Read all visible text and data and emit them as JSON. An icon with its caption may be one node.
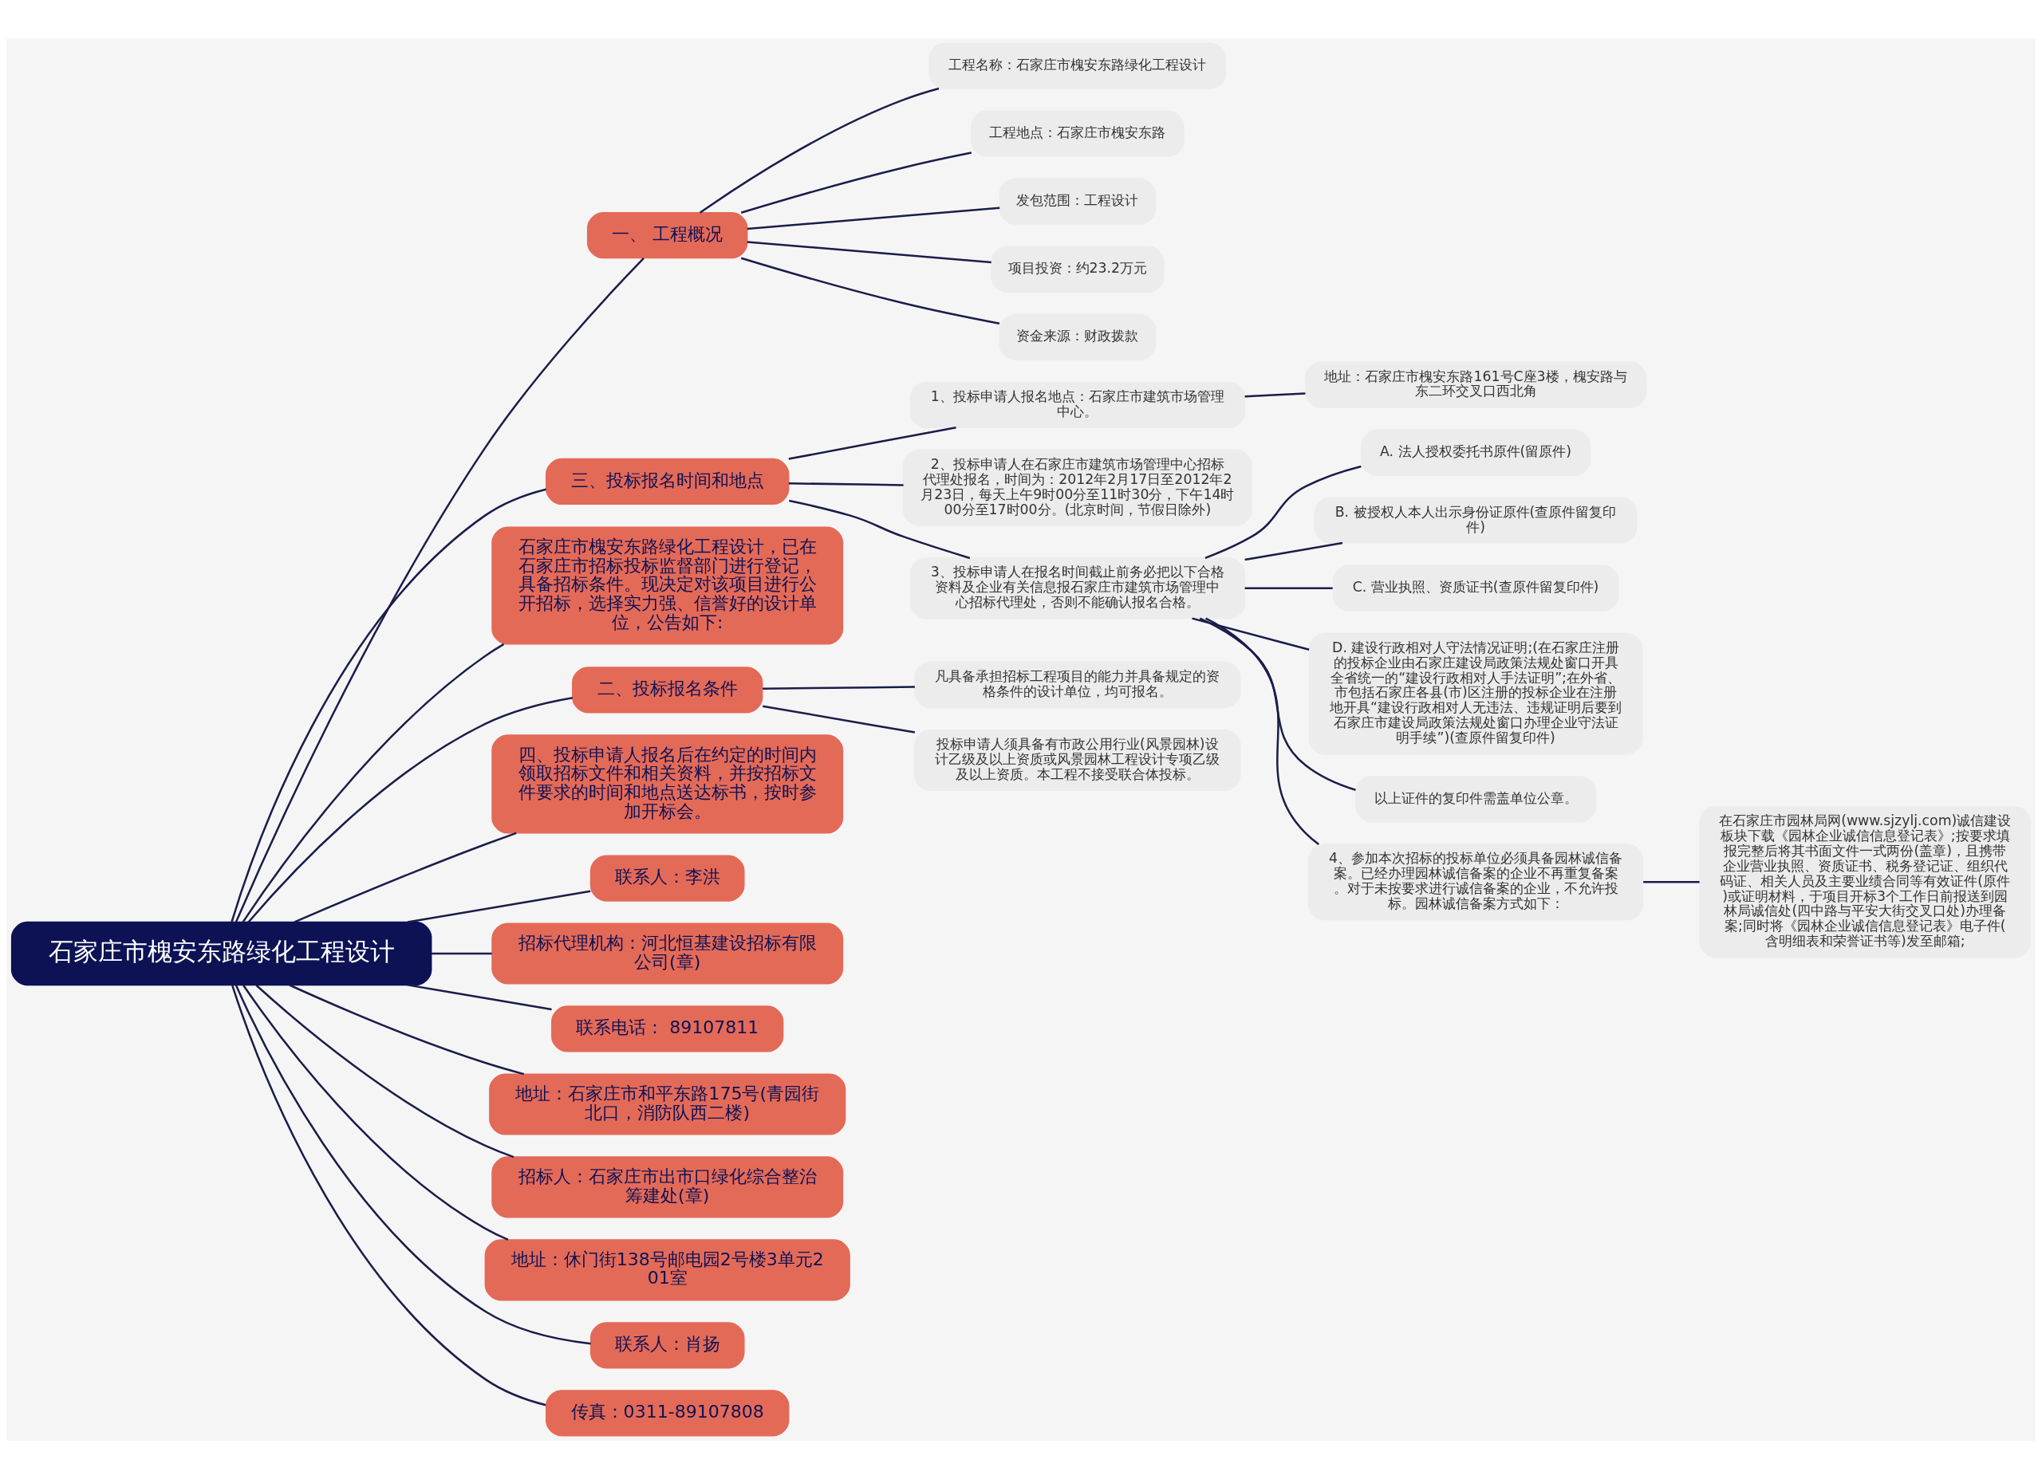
{
  "diagram": {
    "nodes": [
      {
        "text": [
          "石家庄市槐安东路绿化工程设计"
        ]
      },
      {
        "text": [
          "一、 工程概况"
        ]
      },
      {
        "text": [
          "工程名称：石家庄市槐安东路绿化工程设计"
        ]
      },
      {
        "text": [
          "工程地点：石家庄市槐安东路"
        ]
      },
      {
        "text": [
          "发包范围：工程设计"
        ]
      },
      {
        "text": [
          "项目投资：约23.2万元"
        ]
      },
      {
        "text": [
          "资金来源：财政拨款"
        ]
      },
      {
        "text": [
          "三、投标报名时间和地点"
        ]
      },
      {
        "text": [
          "1、投标申请人报名地点：石家庄市建筑市场管理中心。"
        ]
      },
      {
        "text": [
          "地址：石家庄市槐安东路161号C座3楼，槐安路与东二环交叉口西北角"
        ]
      },
      {
        "text": [
          "2、投标申请人在石家庄市建筑市场管理中心招标代理处报名，时间为：2012年2月17日至2012年2月23日，每天上午9时00分至11时30分，下午14时00分至17时00分。(北京时间，节假日除外)"
        ]
      },
      {
        "text": [
          "3、投标申请人在报名时间截止前务必把以下合格资料及企业有关信息报石家庄市建筑市场管理中心招标代理处，否则不能确认报名合格。"
        ]
      },
      {
        "text": [
          "A. 法人授权委托书原件(留原件)"
        ]
      },
      {
        "text": [
          "B. 被授权人本人出示身份证原件(查原件留复印件)"
        ]
      },
      {
        "text": [
          "C. 营业执照、资质证书(查原件留复印件)"
        ]
      },
      {
        "text": [
          "D. 建设行政相对人守法情况证明;(在石家庄注册的投标企业由石家庄建设局政策法规处窗口开具全省统一的“建设行政相对人手法证明”;在外省、市包括石家庄各县(市)区注册的投标企业在注册地开具“建设行政相对人无违法、违规证明后要到石家庄市建设局政策法规处窗口办理企业守法证明手续”)(查原件留复印件)"
        ]
      },
      {
        "text": [
          "以上证件的复印件需盖单位公章。"
        ]
      },
      {
        "text": [
          "4、参加本次招标的投标单位必须具备园林诚信备案。已经办理园林诚信备案的企业不再重复备案。对于未按要求进行诚信备案的企业，不允许投标。园林诚信备案方式如下："
        ]
      },
      {
        "text": [
          "在石家庄市园林局网(www.sjzylj.com)诚信建设板块下载《园林企业诚信信息登记表》;按要求填报完整后将其书面文件一式两份(盖章)，且携带企业营业执照、资质证书、税务登记证、组织代码证、相关人员及主要业绩合同等有效证件(原件)或证明材料，于项目开标3个工作日前报送到园林局诚信处(四中路与平安大街交叉口处)办理备案;同时将《园林企业诚信信息登记表》电子件(含明细表和荣誉证书等)发至邮箱;"
        ]
      },
      {
        "text": [
          "石家庄市槐安东路绿化工程设计，已在石家庄市招标投标监督部门进行登记，具备招标条件。现决定对该项目进行公开招标，选择实力强、信誉好的设计单位，公告如下:"
        ]
      },
      {
        "text": [
          "二、投标报名条件"
        ]
      },
      {
        "text": [
          "凡具备承担招标工程项目的能力并具备规定的资格条件的设计单位，均可报名。"
        ]
      },
      {
        "text": [
          "投标申请人须具备有市政公用行业(风景园林)设计乙级及以上资质或风景园林工程设计专项乙级及以上资质。本工程不接受联合体投标。"
        ]
      },
      {
        "text": [
          "四、投标申请人报名后在约定的时间内领取招标文件和相关资料，并按招标文件要求的时间和地点送达标书，按时参加开标会。"
        ]
      },
      {
        "text": [
          "联系人：李洪"
        ]
      },
      {
        "text": [
          "招标代理机构：河北恒基建设招标有限公司(章)"
        ]
      },
      {
        "text": [
          "联系电话： 89107811"
        ]
      },
      {
        "text": [
          "地址：石家庄市和平东路175号(青园街北口，消防队西二楼)"
        ]
      },
      {
        "text": [
          "招标人：石家庄市出市口绿化综合整治筹建处(章)"
        ]
      },
      {
        "text": [
          "地址：休门街138号邮电园2号楼3单元201室"
        ]
      },
      {
        "text": [
          "联系人：肖扬"
        ]
      },
      {
        "text": [
          "传真：0311-89107808"
        ]
      }
    ],
    "edges": [
      {
        "from": 0,
        "to": 1,
        "arrow": "none"
      },
      {
        "from": 1,
        "to": 2,
        "arrow": "none"
      },
      {
        "from": 1,
        "to": 3,
        "arrow": "none"
      },
      {
        "from": 1,
        "to": 4,
        "arrow": "none"
      },
      {
        "from": 1,
        "to": 5,
        "arrow": "none"
      },
      {
        "from": 1,
        "to": 6,
        "arrow": "none"
      },
      {
        "from": 0,
        "to": 7,
        "arrow": "none"
      },
      {
        "from": 7,
        "to": 8,
        "arrow": "none"
      },
      {
        "from": 8,
        "to": 9,
        "arrow": "none"
      },
      {
        "from": 7,
        "to": 10,
        "arrow": "none"
      },
      {
        "from": 7,
        "to": 11,
        "arrow": "none"
      },
      {
        "from": 11,
        "to": 12,
        "arrow": "none"
      },
      {
        "from": 11,
        "to": 13,
        "arrow": "none"
      },
      {
        "from": 11,
        "to": 14,
        "arrow": "none"
      },
      {
        "from": 11,
        "to": 15,
        "arrow": "none"
      },
      {
        "from": 11,
        "to": 16,
        "arrow": "none"
      },
      {
        "from": 11,
        "to": 17,
        "arrow": "none"
      },
      {
        "from": 17,
        "to": 18,
        "arrow": "none"
      },
      {
        "from": 0,
        "to": 19,
        "arrow": "none"
      },
      {
        "from": 0,
        "to": 20,
        "arrow": "none"
      },
      {
        "from": 20,
        "to": 21,
        "arrow": "none"
      },
      {
        "from": 20,
        "to": 22,
        "arrow": "none"
      },
      {
        "from": 0,
        "to": 23,
        "arrow": "none"
      },
      {
        "from": 0,
        "to": 24,
        "arrow": "none"
      },
      {
        "from": 0,
        "to": 25,
        "arrow": "none"
      },
      {
        "from": 0,
        "to": 26,
        "arrow": "none"
      },
      {
        "from": 0,
        "to": 27,
        "arrow": "none"
      },
      {
        "from": 0,
        "to": 28,
        "arrow": "none"
      },
      {
        "from": 0,
        "to": 29,
        "arrow": "none"
      },
      {
        "from": 0,
        "to": 30,
        "arrow": "none"
      },
      {
        "from": 0,
        "to": 31,
        "arrow": "none"
      }
    ]
  }
}
